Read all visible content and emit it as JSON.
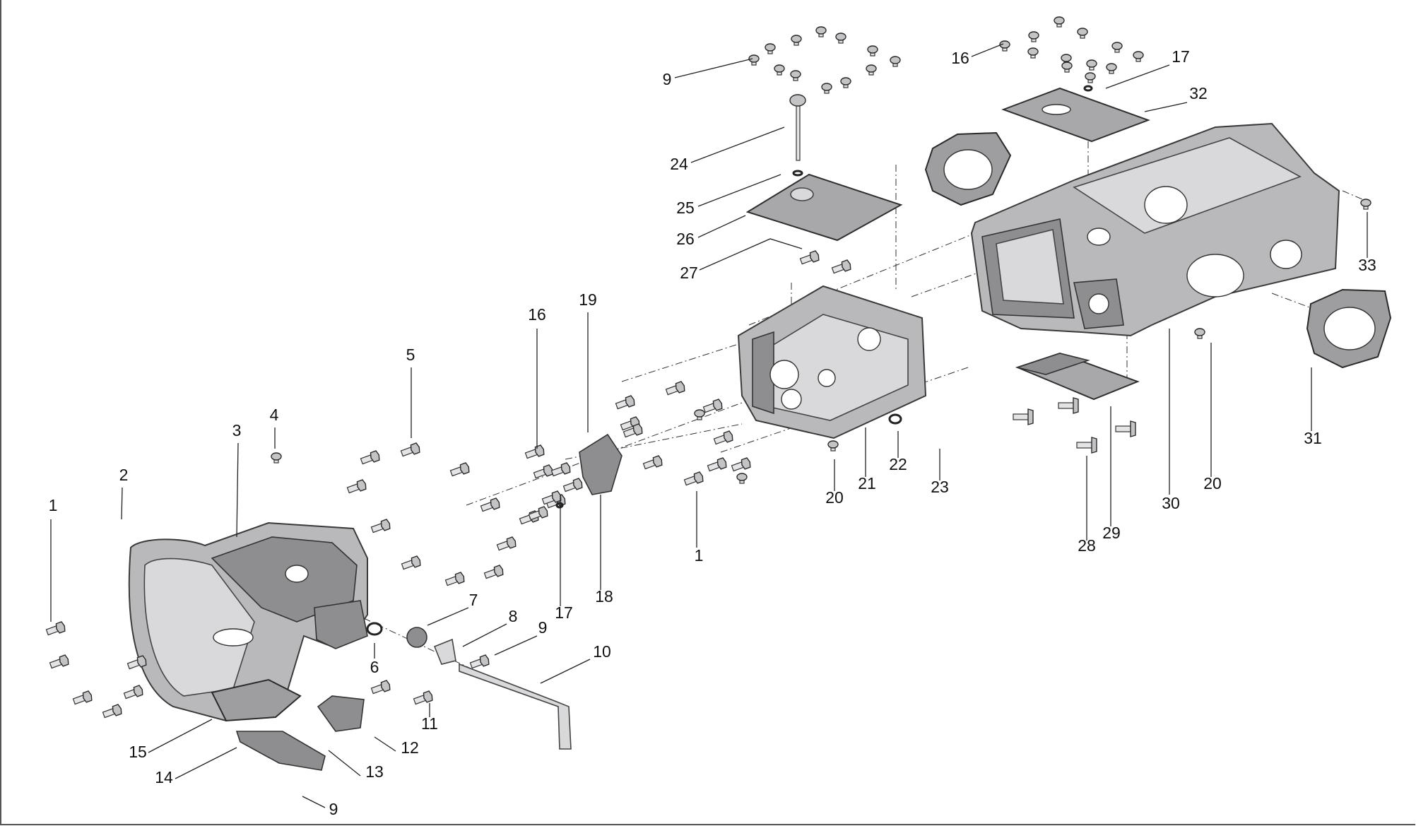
{
  "callouts": [
    {
      "id": "c1a",
      "label": "1"
    },
    {
      "id": "c2",
      "label": "2"
    },
    {
      "id": "c3",
      "label": "3"
    },
    {
      "id": "c4",
      "label": "4"
    },
    {
      "id": "c5",
      "label": "5"
    },
    {
      "id": "c6",
      "label": "6"
    },
    {
      "id": "c7",
      "label": "7"
    },
    {
      "id": "c8",
      "label": "8"
    },
    {
      "id": "c9a",
      "label": "9"
    },
    {
      "id": "c10",
      "label": "10"
    },
    {
      "id": "c11",
      "label": "11"
    },
    {
      "id": "c12",
      "label": "12"
    },
    {
      "id": "c13",
      "label": "13"
    },
    {
      "id": "c14",
      "label": "14"
    },
    {
      "id": "c15",
      "label": "15"
    },
    {
      "id": "c9b",
      "label": "9"
    },
    {
      "id": "c16a",
      "label": "16"
    },
    {
      "id": "c19",
      "label": "19"
    },
    {
      "id": "c17a",
      "label": "17"
    },
    {
      "id": "c18",
      "label": "18"
    },
    {
      "id": "c1b",
      "label": "1"
    },
    {
      "id": "c9c",
      "label": "9"
    },
    {
      "id": "c24",
      "label": "24"
    },
    {
      "id": "c25",
      "label": "25"
    },
    {
      "id": "c26",
      "label": "26"
    },
    {
      "id": "c27",
      "label": "27"
    },
    {
      "id": "c20a",
      "label": "20"
    },
    {
      "id": "c21",
      "label": "21"
    },
    {
      "id": "c22",
      "label": "22"
    },
    {
      "id": "c23",
      "label": "23"
    },
    {
      "id": "c16b",
      "label": "16"
    },
    {
      "id": "c17b",
      "label": "17"
    },
    {
      "id": "c32",
      "label": "32"
    },
    {
      "id": "c33",
      "label": "33"
    },
    {
      "id": "c31",
      "label": "31"
    },
    {
      "id": "c20b",
      "label": "20"
    },
    {
      "id": "c30",
      "label": "30"
    },
    {
      "id": "c29",
      "label": "29"
    },
    {
      "id": "c28",
      "label": "28"
    }
  ],
  "parts": {
    "bolt_icon": "hex-bolt-icon",
    "housing_icon": "gear-housing-icon",
    "gasket_icon": "gasket-icon",
    "cover_icon": "cover-plate-icon"
  }
}
